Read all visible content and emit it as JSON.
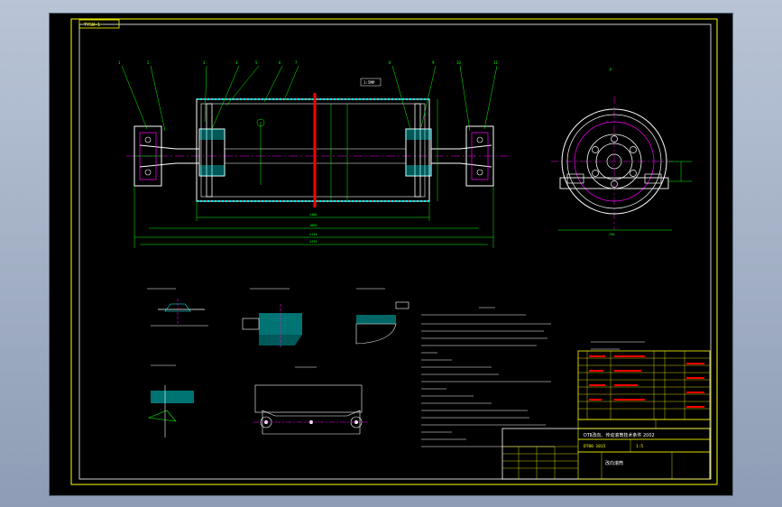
{
  "drawing_code": "TYSW-1",
  "note_callout": "1:5MM",
  "colors": {
    "background": "#000000",
    "frame": "#ffff00",
    "outline": "#ffffff",
    "dimension": "#00ff00",
    "centerline": "#ff00ff",
    "hatch": "#00ffff",
    "cut_section": "#ff0000",
    "table_border": "#ffff00",
    "table_text": "#ff0000"
  },
  "title_block": {
    "main_title": "DTⅡ改向、传动滚筒技术条件 2002",
    "drawing_name": "改向滚筒",
    "drawing_no": "DT80 1015",
    "scale": "1:5"
  }
}
